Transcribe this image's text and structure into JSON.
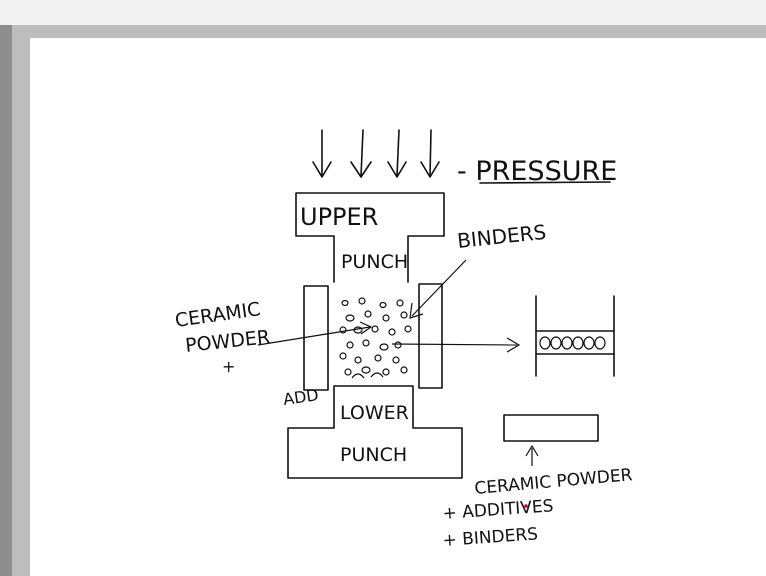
{
  "labels": {
    "pressure": "- PRESSURE",
    "upper": "UPPER",
    "punch_upper": "PUNCH",
    "binders": "BINDERS",
    "ceramic": "CERAMIC",
    "powder": "POWDER",
    "plus": "+",
    "add": "ADD",
    "lower": "LOWER",
    "punch_lower": "PUNCH",
    "ceramic_powder": "CERAMIC POWDER",
    "additives": "+ ADDITIVES",
    "binders_list": "+ BINDERS"
  },
  "colors": {
    "ink": "#111111",
    "paper": "#ffffff",
    "frame": "#bdbdbd",
    "dot": "#d0021b"
  }
}
